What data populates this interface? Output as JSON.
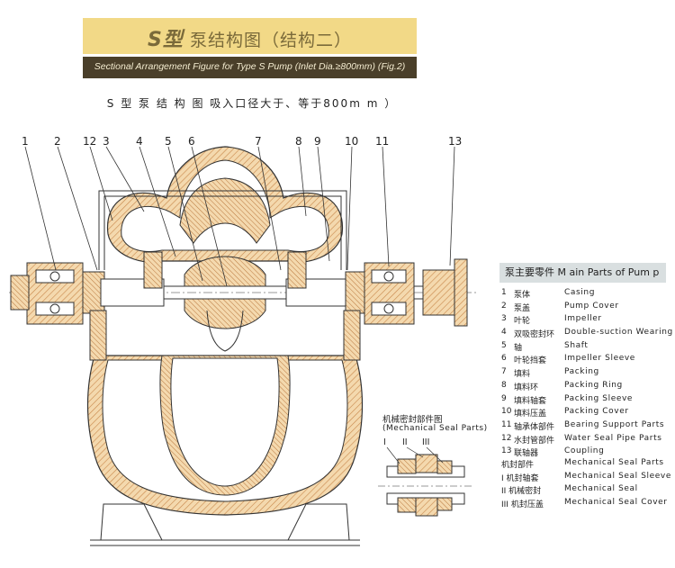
{
  "title": {
    "prefix": "S型",
    "main": "泵结构图（结构二）",
    "subtitle": "Sectional Arrangement Figure for Type S Pump (Inlet Dia.≥800mm) (Fig.2)"
  },
  "caption": "S 型 泵 结 构 图 吸入口径大于、等于800m m ）",
  "callouts": [
    "1",
    "2",
    "12",
    "3",
    "4",
    "5",
    "6",
    "7",
    "8",
    "9",
    "10",
    "11",
    "13"
  ],
  "parts_list": {
    "heading": "泵主要零件 M ain Parts of Pum p",
    "items": [
      {
        "no": "1",
        "cn": "泵体",
        "en": "Casing"
      },
      {
        "no": "2",
        "cn": "泵盖",
        "en": "Pump Cover"
      },
      {
        "no": "3",
        "cn": "叶轮",
        "en": "Impeller"
      },
      {
        "no": "4",
        "cn": "双吸密封环",
        "en": "Double-suction Wearing Ring"
      },
      {
        "no": "5",
        "cn": "轴",
        "en": "Shaft"
      },
      {
        "no": "6",
        "cn": "叶轮挡套",
        "en": "Impeller Sleeve"
      },
      {
        "no": "7",
        "cn": "填料",
        "en": "Packing"
      },
      {
        "no": "8",
        "cn": "填料环",
        "en": "Packing Ring"
      },
      {
        "no": "9",
        "cn": "填料轴套",
        "en": "Packing Sleeve"
      },
      {
        "no": "10",
        "cn": "填料压盖",
        "en": "Packing Cover"
      },
      {
        "no": "11",
        "cn": "轴承体部件",
        "en": "Bearing Support Parts"
      },
      {
        "no": "12",
        "cn": "水封管部件",
        "en": "Water Seal Pipe Parts"
      },
      {
        "no": "13",
        "cn": "联轴器",
        "en": "Coupling"
      }
    ]
  },
  "mechanical_seal": {
    "inset_title_cn": "机械密封部件图",
    "inset_title_en": "(Mechanical Seal Parts)",
    "roman_labels": [
      "I",
      "II",
      "III"
    ],
    "items": [
      {
        "cn": "机封部件",
        "en": "Mechanical Seal Parts"
      },
      {
        "cn": "I  机封轴套",
        "en": "Mechanical Seal Sleeve"
      },
      {
        "cn": "II  机械密封",
        "en": "Mechanical Seal"
      },
      {
        "cn": "III  机封压盖",
        "en": "Mechanical Seal Cover"
      }
    ]
  },
  "colors": {
    "title_bg": "#f2d987",
    "subtitle_bg": "#4a3f2a",
    "casing_fill": "#f4d9ae",
    "hatch": "#c8874a",
    "line": "#333333"
  }
}
